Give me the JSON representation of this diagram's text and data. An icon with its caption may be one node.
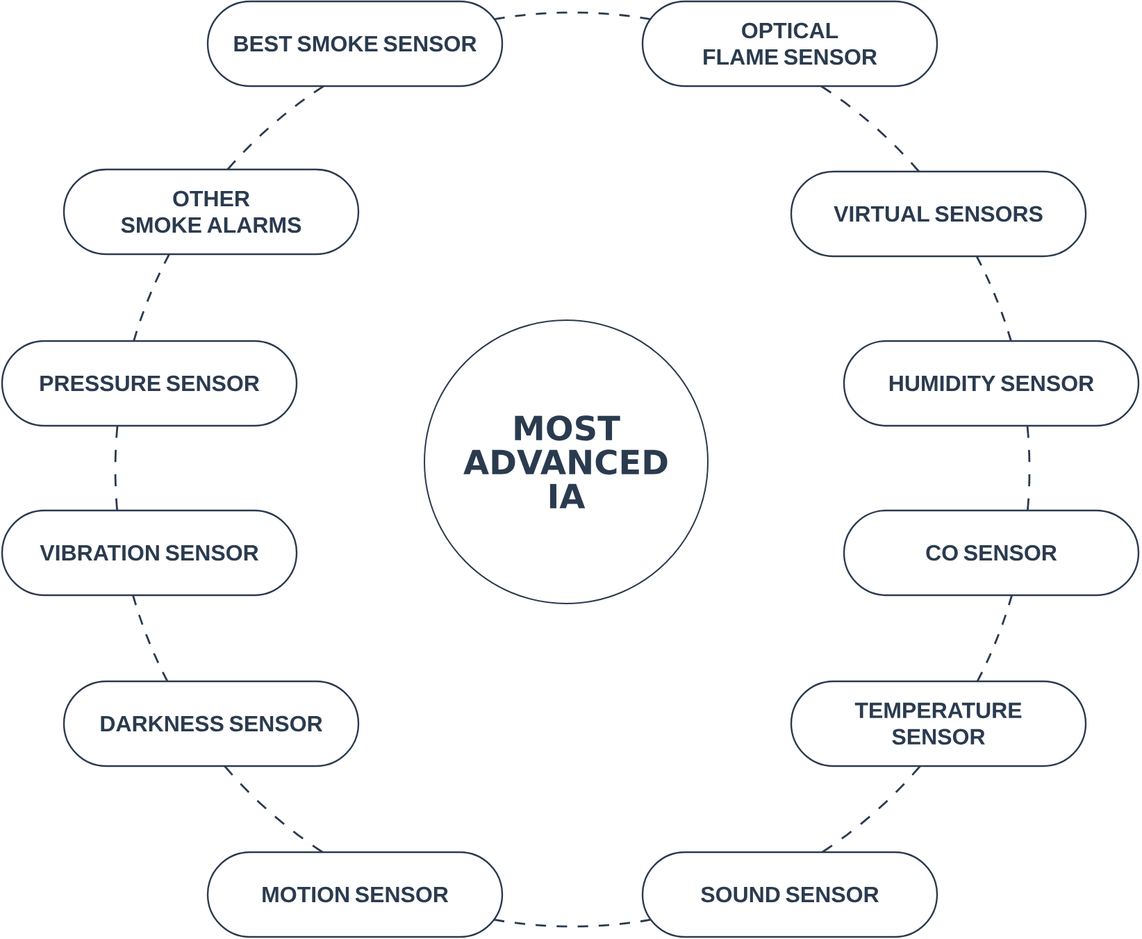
{
  "diagram": {
    "nodes": [
      {
        "text": [
          "BEST SMOKE SENSOR"
        ]
      },
      {
        "text": [
          "OPTICAL FLAME SENSOR"
        ]
      },
      {
        "text": [
          "OTHER SMOKE ALARMS"
        ]
      },
      {
        "text": [
          "VIRTUAL SENSORS"
        ]
      },
      {
        "text": [
          "PRESSURE SENSOR"
        ]
      },
      {
        "text": [
          "MOST ADVANCED IA"
        ]
      },
      {
        "text": [
          "HUMIDITY SENSOR"
        ]
      },
      {
        "text": [
          "VIBRATION SENSOR"
        ]
      },
      {
        "text": [
          "CO SENSOR"
        ]
      },
      {
        "text": [
          "DARKNESS SENSOR"
        ]
      },
      {
        "text": [
          "TEMPERATURE SENSOR"
        ]
      },
      {
        "text": [
          "MOTION SENSOR"
        ]
      },
      {
        "text": [
          "SOUND SENSOR"
        ]
      }
    ],
    "edges": [
      {
        "from": 0,
        "to": 1,
        "arrow": "none",
        "style": "dashed"
      },
      {
        "from": 1,
        "to": 3,
        "arrow": "none",
        "style": "dashed"
      },
      {
        "from": 3,
        "to": 6,
        "arrow": "none",
        "style": "dashed"
      },
      {
        "from": 6,
        "to": 8,
        "arrow": "none",
        "style": "dashed"
      },
      {
        "from": 8,
        "to": 10,
        "arrow": "none",
        "style": "dashed"
      },
      {
        "from": 10,
        "to": 12,
        "arrow": "none",
        "style": "dashed"
      },
      {
        "from": 12,
        "to": 11,
        "arrow": "none",
        "style": "dashed"
      },
      {
        "from": 11,
        "to": 9,
        "arrow": "none",
        "style": "dashed"
      },
      {
        "from": 9,
        "to": 7,
        "arrow": "none",
        "style": "dashed"
      },
      {
        "from": 7,
        "to": 4,
        "arrow": "none",
        "style": "dashed"
      },
      {
        "from": 4,
        "to": 2,
        "arrow": "none",
        "style": "dashed"
      },
      {
        "from": 2,
        "to": 0,
        "arrow": "none",
        "style": "dashed"
      }
    ]
  }
}
